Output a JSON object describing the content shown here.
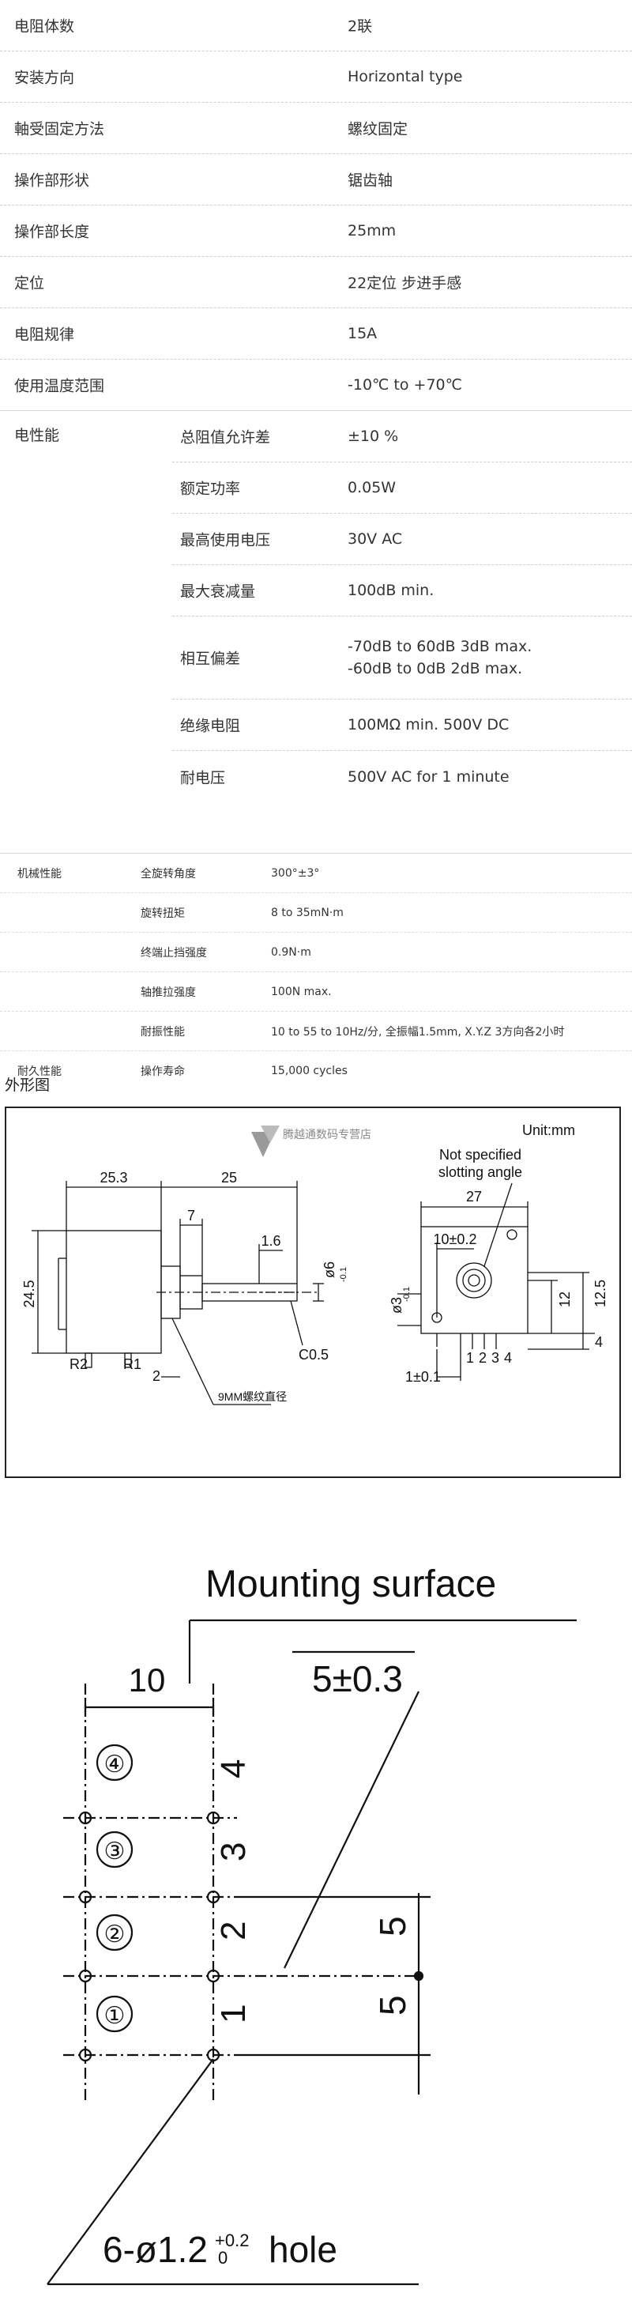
{
  "specs": [
    {
      "label": "电阻体数",
      "value": "2联"
    },
    {
      "label": "安装方向",
      "value": "Horizontal type"
    },
    {
      "label": "軸受固定方法",
      "value": "螺纹固定"
    },
    {
      "label": "操作部形状",
      "value": "锯齿轴"
    },
    {
      "label": "操作部长度",
      "value": "25mm"
    },
    {
      "label": "定位",
      "value": "22定位 步进手感"
    },
    {
      "label": "电阻规律",
      "value": "15A"
    },
    {
      "label": "使用温度范围",
      "value": "-10℃ to +70℃"
    }
  ],
  "electrical": {
    "category": "电性能",
    "items": [
      {
        "label": "总阻值允许差",
        "value": "±10 %"
      },
      {
        "label": "额定功率",
        "value": "0.05W"
      },
      {
        "label": "最高使用电压",
        "value": "30V AC"
      },
      {
        "label": "最大衰减量",
        "value": "100dB min."
      },
      {
        "label": "相互偏差",
        "value": "-70dB to 60dB 3dB max.",
        "value2": "-60dB to 0dB 2dB max."
      },
      {
        "label": "绝缘电阻",
        "value": "100MΩ min. 500V DC"
      },
      {
        "label": "耐电压",
        "value": "500V AC for 1 minute"
      }
    ]
  },
  "mechanical": {
    "category": "机械性能",
    "items": [
      {
        "label": "全旋转角度",
        "value": "300°±3°"
      },
      {
        "label": "旋转扭矩",
        "value": "8 to 35mN·m"
      },
      {
        "label": "终端止挡强度",
        "value": "0.9N·m"
      },
      {
        "label": "轴推拉强度",
        "value": "100N max."
      },
      {
        "label": "耐振性能",
        "value": "10 to 55 to 10Hz/分, 全振幅1.5mm, X.Y.Z 3方向各2小时"
      }
    ]
  },
  "durability": {
    "category": "耐久性能",
    "label": "操作寿命",
    "value": "15,000 cycles"
  },
  "outline_title": "外形图",
  "drawing1": {
    "unit": "Unit:mm",
    "watermark": "腾越通数码专营店",
    "not_specified_1": "Not specified",
    "not_specified_2": "slotting angle",
    "dim_25_3": "25.3",
    "dim_25": "25",
    "dim_7": "7",
    "dim_1_6": "1.6",
    "dim_24_5": "24.5",
    "dim_phi6": "ø6",
    "dim_phi6_tol": "-0.1",
    "dim_c05": "C0.5",
    "dim_r2": "R2",
    "dim_r1": "R1",
    "dim_2": "2",
    "thread_note": "9MM螺纹直径",
    "dim_27": "27",
    "dim_10": "10±0.2",
    "dim_12": "12",
    "dim_12_5": "12.5",
    "dim_4": "4",
    "dim_phi3": "ø3",
    "dim_phi3_tol": "-0.1",
    "dim_1": "1±0.1",
    "pin_1": "1",
    "pin_2": "2",
    "pin_3": "3",
    "pin_4": "4"
  },
  "drawing2": {
    "mounting": "Mounting surface",
    "dim_10": "10",
    "dim_5pm": "5±0.3",
    "pin_labels": [
      "④",
      "③",
      "②",
      "①"
    ],
    "pin_numbers": [
      "4",
      "3",
      "2",
      "1"
    ],
    "dim_5a": "5",
    "dim_5b": "5",
    "hole_prefix": "6-ø1.2",
    "hole_tol_top": "+0.2",
    "hole_tol_bottom": "0",
    "hole_suffix": "hole"
  }
}
